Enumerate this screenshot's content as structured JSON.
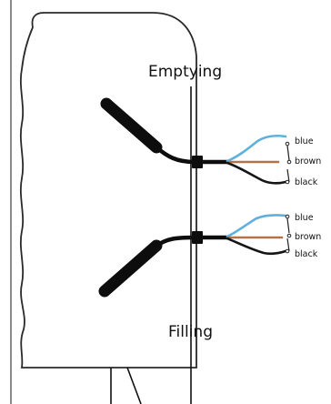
{
  "labels": {
    "top": "Emptying",
    "bottom": "Filling"
  },
  "switches": [
    {
      "name": "emptying-switch",
      "wires": [
        "blue",
        "brown",
        "black"
      ]
    },
    {
      "name": "filling-switch",
      "wires": [
        "blue",
        "brown",
        "black"
      ]
    }
  ],
  "colors": {
    "blue": "#5fb1dd",
    "brown": "#b27348",
    "black": "#151515"
  }
}
